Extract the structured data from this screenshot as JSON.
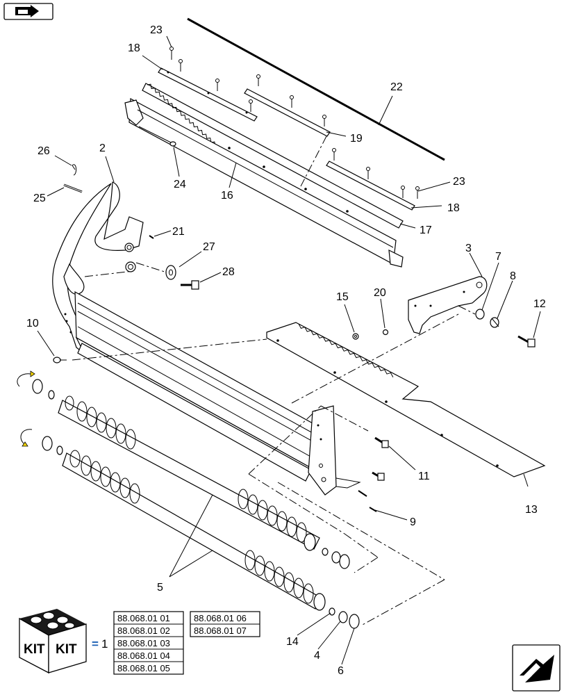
{
  "callouts": [
    {
      "id": "c2",
      "label": "2"
    },
    {
      "id": "c3",
      "label": "3"
    },
    {
      "id": "c4",
      "label": "4"
    },
    {
      "id": "c5",
      "label": "5"
    },
    {
      "id": "c6",
      "label": "6"
    },
    {
      "id": "c7",
      "label": "7"
    },
    {
      "id": "c8",
      "label": "8"
    },
    {
      "id": "c9",
      "label": "9"
    },
    {
      "id": "c10",
      "label": "10"
    },
    {
      "id": "c11",
      "label": "11"
    },
    {
      "id": "c12",
      "label": "12"
    },
    {
      "id": "c13",
      "label": "13"
    },
    {
      "id": "c14",
      "label": "14"
    },
    {
      "id": "c15",
      "label": "15"
    },
    {
      "id": "c16",
      "label": "16"
    },
    {
      "id": "c17",
      "label": "17"
    },
    {
      "id": "c18a",
      "label": "18"
    },
    {
      "id": "c18b",
      "label": "18"
    },
    {
      "id": "c19",
      "label": "19"
    },
    {
      "id": "c20",
      "label": "20"
    },
    {
      "id": "c21",
      "label": "21"
    },
    {
      "id": "c22",
      "label": "22"
    },
    {
      "id": "c23a",
      "label": "23"
    },
    {
      "id": "c23b",
      "label": "23"
    },
    {
      "id": "c24",
      "label": "24"
    },
    {
      "id": "c25",
      "label": "25"
    },
    {
      "id": "c26",
      "label": "26"
    },
    {
      "id": "c27",
      "label": "27"
    },
    {
      "id": "c28",
      "label": "28"
    }
  ],
  "kit": {
    "badge_left": "KIT",
    "badge_right": "KIT",
    "equals": "=",
    "quantity": "1",
    "refs_col1": [
      "88.068.01 01",
      "88.068.01 02",
      "88.068.01 03",
      "88.068.01 04",
      "88.068.01 05"
    ],
    "refs_col2": [
      "88.068.01 06",
      "88.068.01 07"
    ]
  },
  "icons": {
    "top_left": "previous-page-arrow-icon",
    "bottom_right": "next-page-arrow-icon"
  }
}
